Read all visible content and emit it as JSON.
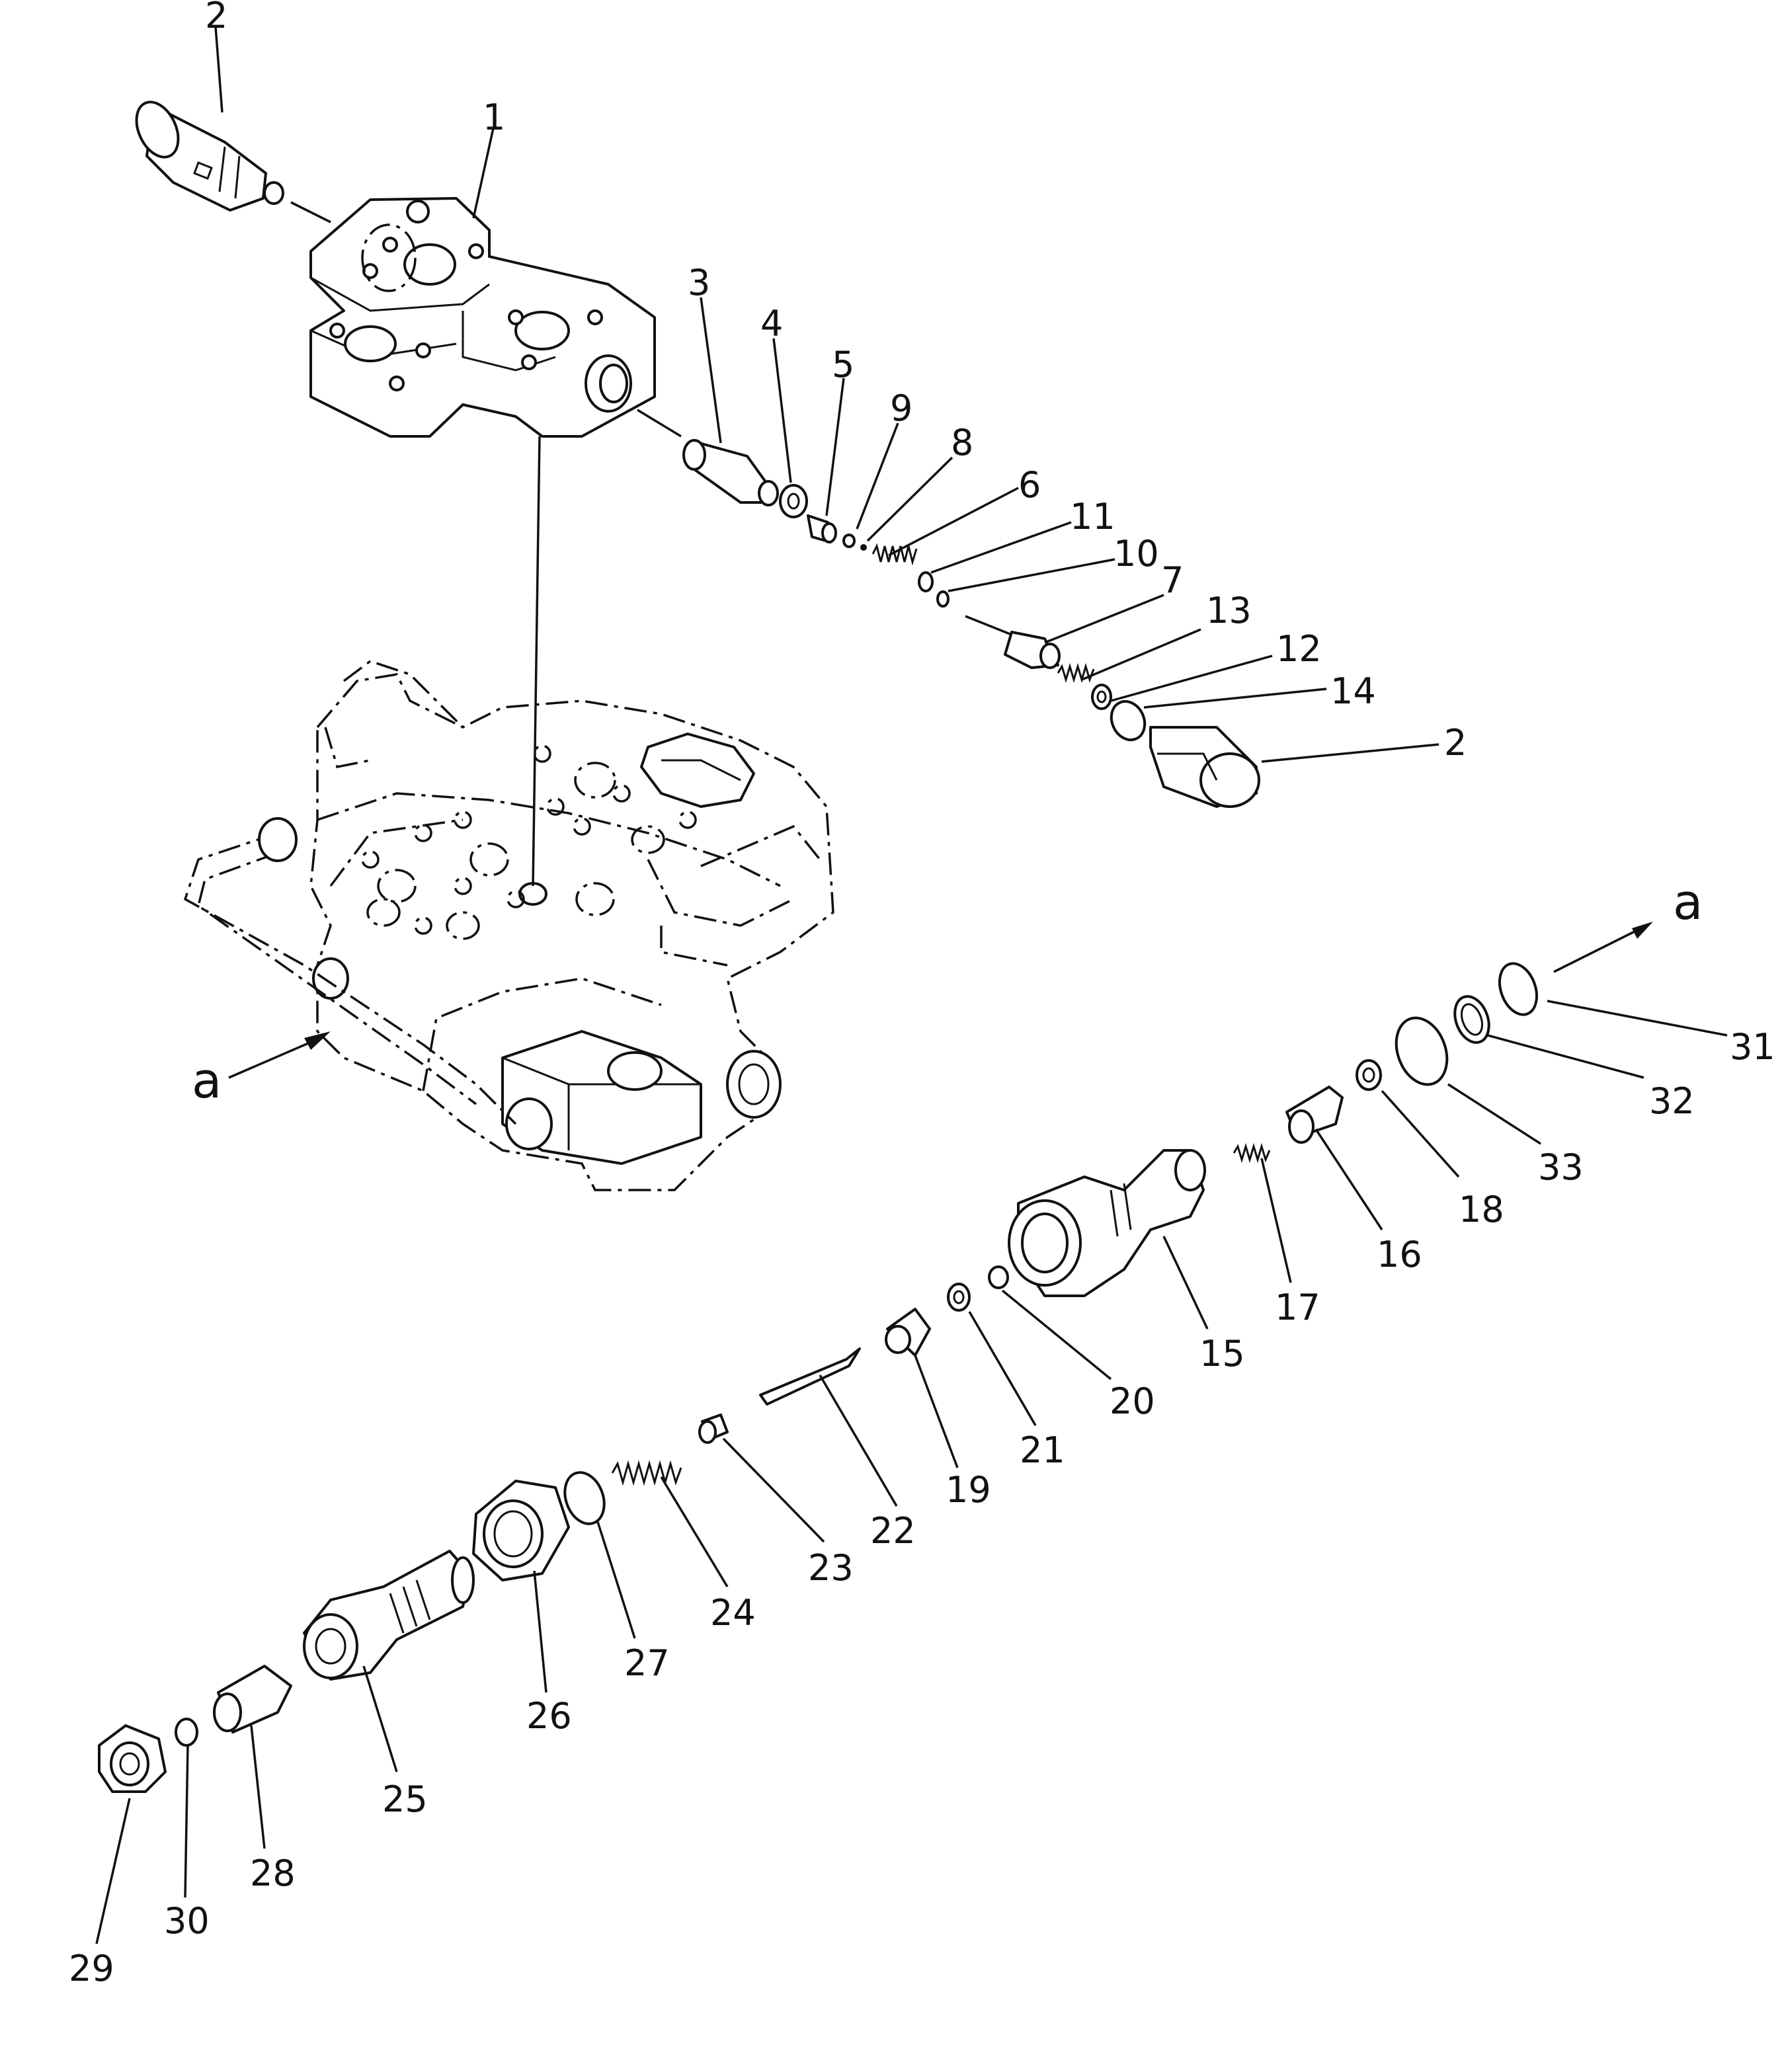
{
  "diagram": {
    "callouts": [
      {
        "id": "p1",
        "label": "1"
      },
      {
        "id": "p2a",
        "label": "2"
      },
      {
        "id": "p2b",
        "label": "2"
      },
      {
        "id": "p3",
        "label": "3"
      },
      {
        "id": "p4",
        "label": "4"
      },
      {
        "id": "p5",
        "label": "5"
      },
      {
        "id": "p6",
        "label": "6"
      },
      {
        "id": "p7",
        "label": "7"
      },
      {
        "id": "p8",
        "label": "8"
      },
      {
        "id": "p9",
        "label": "9"
      },
      {
        "id": "p10",
        "label": "10"
      },
      {
        "id": "p11",
        "label": "11"
      },
      {
        "id": "p12",
        "label": "12"
      },
      {
        "id": "p13",
        "label": "13"
      },
      {
        "id": "p14",
        "label": "14"
      },
      {
        "id": "p15",
        "label": "15"
      },
      {
        "id": "p16",
        "label": "16"
      },
      {
        "id": "p17",
        "label": "17"
      },
      {
        "id": "p18",
        "label": "18"
      },
      {
        "id": "p19",
        "label": "19"
      },
      {
        "id": "p20",
        "label": "20"
      },
      {
        "id": "p21",
        "label": "21"
      },
      {
        "id": "p22",
        "label": "22"
      },
      {
        "id": "p23",
        "label": "23"
      },
      {
        "id": "p24",
        "label": "24"
      },
      {
        "id": "p25",
        "label": "25"
      },
      {
        "id": "p26",
        "label": "26"
      },
      {
        "id": "p27",
        "label": "27"
      },
      {
        "id": "p28",
        "label": "28"
      },
      {
        "id": "p29",
        "label": "29"
      },
      {
        "id": "p30",
        "label": "30"
      },
      {
        "id": "p31",
        "label": "31"
      },
      {
        "id": "p32",
        "label": "32"
      },
      {
        "id": "p33",
        "label": "33"
      }
    ],
    "connection_marks": [
      {
        "id": "a-left",
        "label": "a"
      },
      {
        "id": "a-right",
        "label": "a"
      }
    ]
  }
}
